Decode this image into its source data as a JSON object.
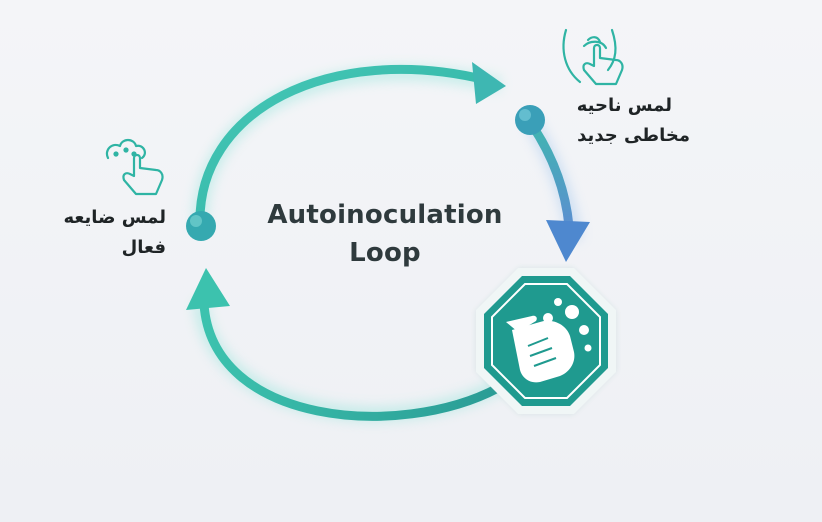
{
  "diagram": {
    "center_title": {
      "line1": "Autoinoculation",
      "line2": "Loop"
    },
    "nodes": {
      "new_mucosa": {
        "line1": "لمس ناحیه",
        "line2": "مخاطی جدید",
        "icon": "finger-touch-body-icon"
      },
      "active_lesion": {
        "line1": "لمس ضایعه",
        "line2": "فعال",
        "icon": "finger-touch-lesion-icon"
      },
      "handwashing": {
        "icon": "hand-washing-stop-sign-icon"
      }
    },
    "colors": {
      "teal": "#3dbfb0",
      "blue": "#4f8fd0",
      "dark_teal": "#1e8f86",
      "sign_fill": "#1f9a8f",
      "node": "#3aa3b5"
    }
  }
}
